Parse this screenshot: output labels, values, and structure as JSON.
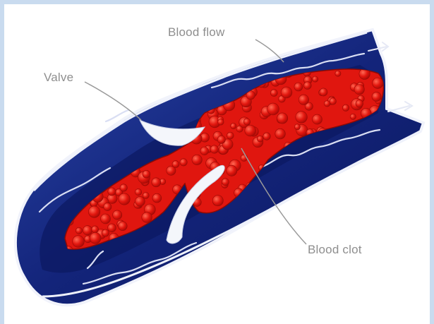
{
  "diagram": {
    "labels": {
      "blood_flow": "Blood flow",
      "valve": "Valve",
      "blood_clot": "Blood clot"
    },
    "colors": {
      "frame": "#c9dbef",
      "vessel_outer": "#1c2f86",
      "vessel_inner": "#0c1a63",
      "vessel_wall_edge": "#eef1fb",
      "clot": "#e0160f",
      "clot_highlight": "#ff4a3c",
      "valve": "#f4f6fb",
      "flow_lines": "#d9def3",
      "label_text": "#8e8e8e",
      "leader_lines": "#9a9a9a"
    }
  }
}
